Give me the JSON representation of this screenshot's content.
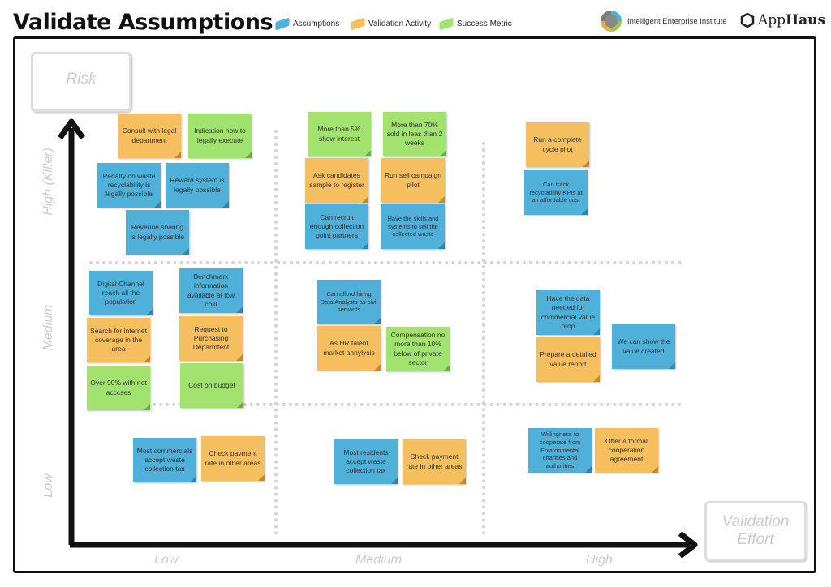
{
  "title": "Validate Assumptions",
  "legend": [
    {
      "label": "Assumptions",
      "color": "#4fb0d9"
    },
    {
      "label": "Validation Activity",
      "color": "#f5bf5f"
    },
    {
      "label": "Success Metric",
      "color": "#a2e26f"
    }
  ],
  "logos": {
    "iei": "Intelligent Enterprise Institute",
    "apphaus_a": "App",
    "apphaus_b": "Haus"
  },
  "axes": {
    "y_title": "Risk",
    "x_title_1": "Validation",
    "x_title_2": "Effort",
    "y_levels": [
      "High  (Killer)",
      "Medium",
      "Low"
    ],
    "x_levels": [
      "Low",
      "Medium",
      "High"
    ]
  },
  "notes": [
    {
      "text": "Consult with legal department",
      "type": "orange"
    },
    {
      "text": "Indication how to legally execute",
      "type": "green"
    },
    {
      "text": "Penalty  on waste recyclability  is legally possible",
      "type": "blue"
    },
    {
      "text": "Reward system is legally possible",
      "type": "blue"
    },
    {
      "text": "Revenue sharing is legally possible",
      "type": "blue"
    },
    {
      "text": "More than 5% show interest",
      "type": "green"
    },
    {
      "text": "More than 70% sold in leas than 2 weeks",
      "type": "green"
    },
    {
      "text": "Ask candidates sample to register",
      "type": "orange"
    },
    {
      "text": "Run sell campaign pilot",
      "type": "orange"
    },
    {
      "text": "Can recruit enough collection point partners",
      "type": "blue"
    },
    {
      "text": "Have the skills and systems to sell the collected waste",
      "type": "blue"
    },
    {
      "text": "Run a complete cycle pilot",
      "type": "orange"
    },
    {
      "text": "Can track recyclability KPIs at an affordable cost",
      "type": "blue"
    },
    {
      "text": "Digital Channel reach all the population",
      "type": "blue"
    },
    {
      "text": "Benchmark information available at low cost",
      "type": "blue"
    },
    {
      "text": "Search for internet coverage in the area",
      "type": "orange"
    },
    {
      "text": "Request to Purchasing Deparmtent",
      "type": "orange"
    },
    {
      "text": "Over 90% with net acccses",
      "type": "green"
    },
    {
      "text": "Cost on budget",
      "type": "green"
    },
    {
      "text": "Can afford hiring Data Analysts as civil servants",
      "type": "blue"
    },
    {
      "text": "As HR talent market annylysis",
      "type": "orange"
    },
    {
      "text": "Compensation no more than 10% below of private sector",
      "type": "green"
    },
    {
      "text": "Have the data needed for commercial value prop",
      "type": "blue"
    },
    {
      "text": "Prepare a detailed value report",
      "type": "orange"
    },
    {
      "text": "We can show the value created",
      "type": "blue"
    },
    {
      "text": "Willingness to cooperate from Environmental charities and authorities",
      "type": "blue"
    },
    {
      "text": "Offer a formal cooperation agreement",
      "type": "orange"
    },
    {
      "text": "Most commercials accept waste collection tax",
      "type": "blue"
    },
    {
      "text": "Check payment rate in other areas",
      "type": "orange"
    },
    {
      "text": "Most residents accept waste collection tax",
      "type": "blue"
    },
    {
      "text": "Check payment rate in other areas",
      "type": "orange"
    }
  ]
}
